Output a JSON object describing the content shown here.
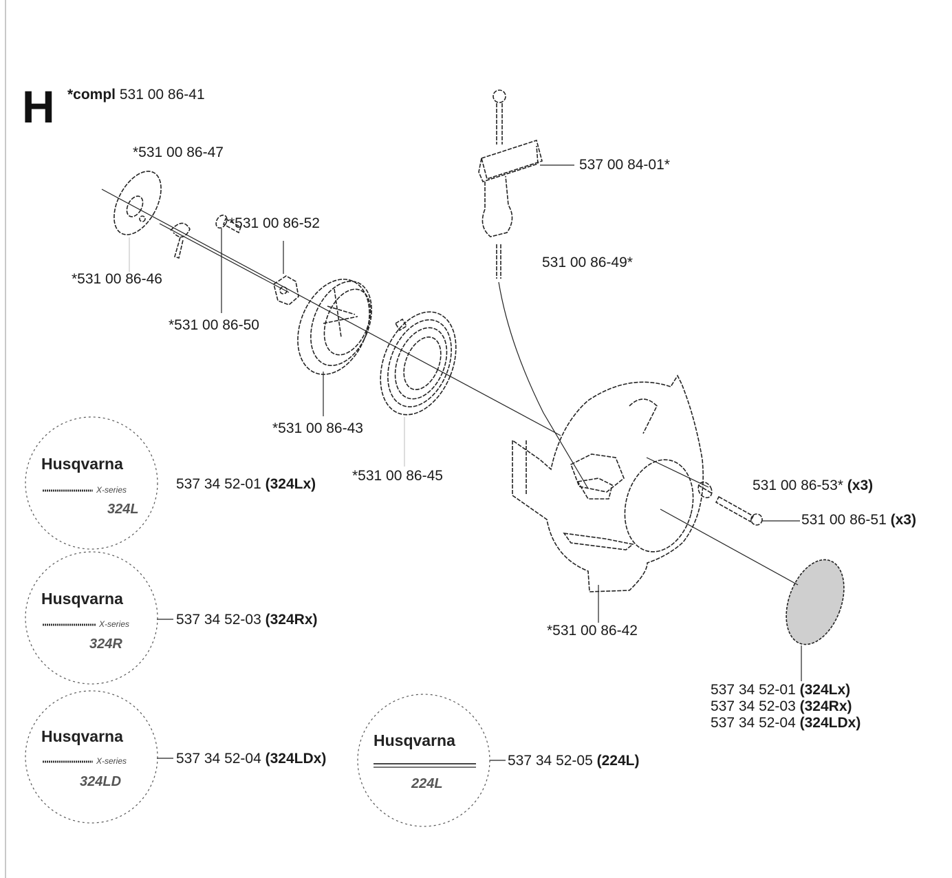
{
  "section": {
    "letter": "H",
    "compl_prefix": "*compl",
    "compl_number": "531 00 86-41"
  },
  "parts": {
    "p47": "*531 00 86-47",
    "p46": "*531 00 86-46",
    "p52": "*531 00 86-52",
    "p50": "*531 00 86-50",
    "p43": "*531 00 86-43",
    "p45": "*531 00 86-45",
    "p42": "*531 00 86-42",
    "handle": "537 00 84-01*",
    "rope": "531 00 86-49*",
    "p53": "531 00 86-53*",
    "p53_qty": "(x3)",
    "p51": "531 00 86-51",
    "p51_qty": "(x3)"
  },
  "decals": [
    {
      "number": "537 34 52-01",
      "model": "(324Lx)",
      "brand": "Husqvarna",
      "series": "X-series",
      "badge": "324L"
    },
    {
      "number": "537 34 52-03",
      "model": "(324Rx)",
      "brand": "Husqvarna",
      "series": "X-series",
      "badge": "324R"
    },
    {
      "number": "537 34 52-04",
      "model": "(324LDx)",
      "brand": "Husqvarna",
      "series": "X-series",
      "badge": "324LD"
    },
    {
      "number": "537 34 52-05",
      "model": "(224L)",
      "brand": "Husqvarna",
      "series": "",
      "badge": "224L"
    }
  ],
  "cover_decal_list": [
    {
      "number": "537 34 52-01",
      "model": "(324Lx)"
    },
    {
      "number": "537 34 52-03",
      "model": "(324Rx)"
    },
    {
      "number": "537 34 52-04",
      "model": "(324LDx)"
    }
  ]
}
